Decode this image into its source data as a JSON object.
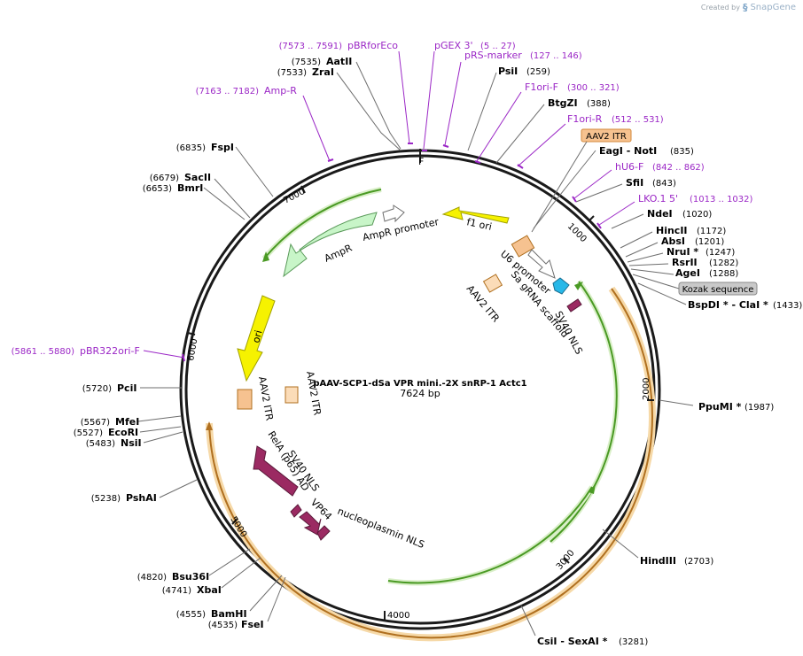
{
  "brand": {
    "created_by": "Created by",
    "product": "SnapGene"
  },
  "plasmid": {
    "name": "pAAV-SCP1-dSa VPR mini.-2X snRP-1 Actc1",
    "length_label": "7624 bp",
    "length": 7624
  },
  "ticks": [
    "1000",
    "2000",
    "3000",
    "4000",
    "5000",
    "6000",
    "7000"
  ],
  "sites": [
    {
      "name": "AatII",
      "pos": "(7535)"
    },
    {
      "name": "ZraI",
      "pos": "(7533)"
    },
    {
      "name": "PsiI",
      "pos": "(259)"
    },
    {
      "name": "BtgZI",
      "pos": "(388)"
    },
    {
      "name": "EagI  - NotI",
      "pos": "(835)"
    },
    {
      "name": "SfiI",
      "pos": "(843)"
    },
    {
      "name": "NdeI",
      "pos": "(1020)"
    },
    {
      "name": "HincII",
      "pos": "(1172)"
    },
    {
      "name": "AbsI",
      "pos": "(1201)"
    },
    {
      "name": "NruI *",
      "pos": "(1247)"
    },
    {
      "name": "RsrII",
      "pos": "(1282)"
    },
    {
      "name": "AgeI",
      "pos": "(1288)"
    },
    {
      "name": "BspDI *  - ClaI *",
      "pos": "(1433)"
    },
    {
      "name": "PpuMI *",
      "pos": "(1987)"
    },
    {
      "name": "HindIII",
      "pos": "(2703)"
    },
    {
      "name": "CsiI  - SexAI *",
      "pos": "(3281)"
    },
    {
      "name": "FseI",
      "pos": "(4535)"
    },
    {
      "name": "BamHI",
      "pos": "(4555)"
    },
    {
      "name": "XbaI",
      "pos": "(4741)"
    },
    {
      "name": "Bsu36I",
      "pos": "(4820)"
    },
    {
      "name": "PshAI",
      "pos": "(5238)"
    },
    {
      "name": "NsiI",
      "pos": "(5483)"
    },
    {
      "name": "EcoRI",
      "pos": "(5527)"
    },
    {
      "name": "MfeI",
      "pos": "(5567)"
    },
    {
      "name": "PciI",
      "pos": "(5720)"
    },
    {
      "name": "BmrI",
      "pos": "(6653)"
    },
    {
      "name": "SacII",
      "pos": "(6679)"
    },
    {
      "name": "FspI",
      "pos": "(6835)"
    }
  ],
  "primers": [
    {
      "name": "pBRforEco",
      "pos": "(7573 .. 7591)"
    },
    {
      "name": "pGEX 3'",
      "pos": "(5 .. 27)"
    },
    {
      "name": "pRS-marker",
      "pos": "(127 .. 146)"
    },
    {
      "name": "Amp-R",
      "pos": "(7163 .. 7182)"
    },
    {
      "name": "F1ori-F",
      "pos": "(300 .. 321)"
    },
    {
      "name": "F1ori-R",
      "pos": "(512 .. 531)"
    },
    {
      "name": "hU6-F",
      "pos": "(842 .. 862)"
    },
    {
      "name": "LKO.1 5'",
      "pos": "(1013 .. 1032)"
    },
    {
      "name": "pBR322ori-F",
      "pos": "(5861 .. 5880)"
    }
  ],
  "boxed_labels": [
    {
      "text": "AAV2 ITR",
      "fill": "#f6c290",
      "stroke": "#d48a3c"
    },
    {
      "text": "Kozak sequence",
      "fill": "#c9c9c9",
      "stroke": "#8a8a8a"
    }
  ],
  "features": [
    {
      "label": "AmpR",
      "color": "#c8f5c8"
    },
    {
      "label": "AmpR promoter",
      "color": "#ffffff"
    },
    {
      "label": "f1 ori",
      "color": "#f6f200"
    },
    {
      "label": "ori",
      "color": "#f6f200"
    },
    {
      "label": "AAV2 ITR",
      "color": "#f6c290"
    },
    {
      "label": "AAV2 ITR",
      "color": "#fbdcb8"
    },
    {
      "label": "AAV2 ITR",
      "color": "#f6c290"
    },
    {
      "label": "AAV2 ITR",
      "color": "#fbdcb8"
    },
    {
      "label": "U6 promoter",
      "color": "#ffffff"
    },
    {
      "label": "Sa gRNA scaffold",
      "color": "#27b8e8"
    },
    {
      "label": "SV40 NLS",
      "color": "#9b2a62"
    },
    {
      "label": "RelA (p65) AD",
      "color": "#9b2a62"
    },
    {
      "label": "SV40 NLS",
      "color": "#9b2a62"
    },
    {
      "label": "VP64",
      "color": "#9b2a62"
    },
    {
      "label": "nucleoplasmin NLS",
      "color": "#9b2a62"
    }
  ],
  "colors": {
    "backbone": "#1a1a1a",
    "site_line": "#6e6e6e",
    "primer": "#9b27c6",
    "orf_green": "#5cb832",
    "cds_orange": "#e8a04b"
  }
}
